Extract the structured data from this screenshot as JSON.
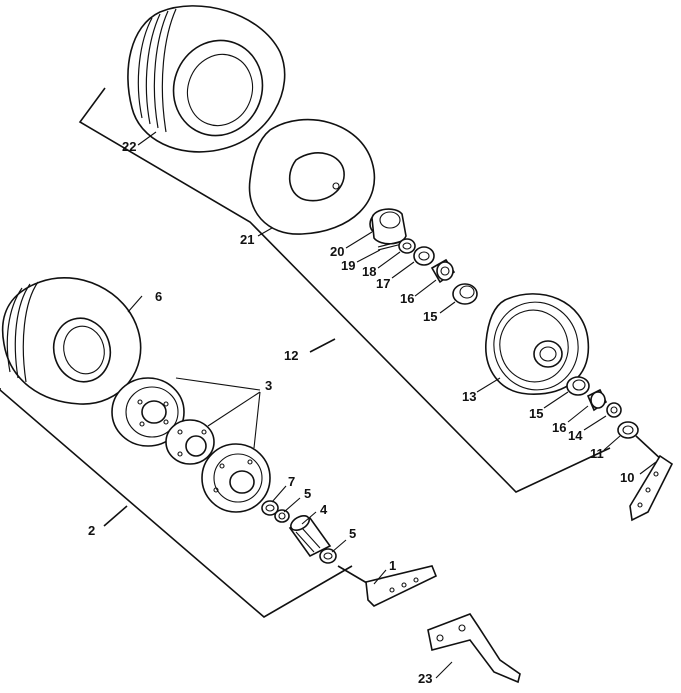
{
  "diagram": {
    "callouts": [
      "22",
      "21",
      "20",
      "19",
      "18",
      "17",
      "16",
      "15",
      "6",
      "12",
      "13",
      "3",
      "15",
      "16",
      "14",
      "11",
      "10",
      "7",
      "5",
      "4",
      "2",
      "5",
      "1",
      "23"
    ]
  }
}
